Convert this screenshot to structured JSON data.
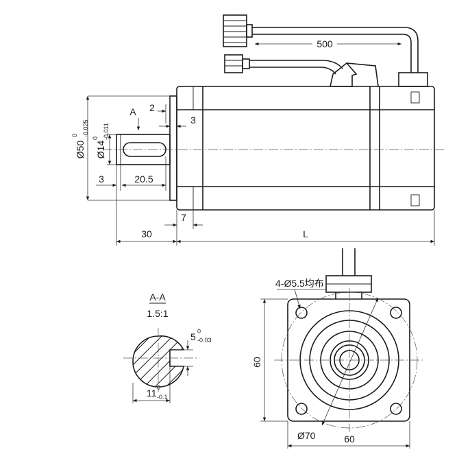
{
  "labels": {
    "cable_length": "500",
    "dim_2": "2",
    "dim_3_flange": "3",
    "section_marker": "A",
    "dia_pilot_main": "Ø50",
    "dia_pilot_upper": "0",
    "dia_pilot_lower": "-0.025",
    "dia_shaft_main": "Ø14",
    "dia_shaft_upper": "0",
    "dia_shaft_lower": "-0.011",
    "dim_3_shaft": "3",
    "key_length": "20.5",
    "dim_7": "7",
    "shaft_length": "30",
    "body_length": "L",
    "section_title": "A-A",
    "section_scale": "1.5:1",
    "key_width_main": "5",
    "key_width_upper": "0",
    "key_width_lower": "-0.03",
    "key_depth_main": "11",
    "key_depth_upper": "0",
    "key_depth_lower": "-0.1",
    "mount_holes": "4-Ø5.5均布",
    "height_60": "60",
    "width_60": "60",
    "bolt_circle": "Ø70"
  }
}
